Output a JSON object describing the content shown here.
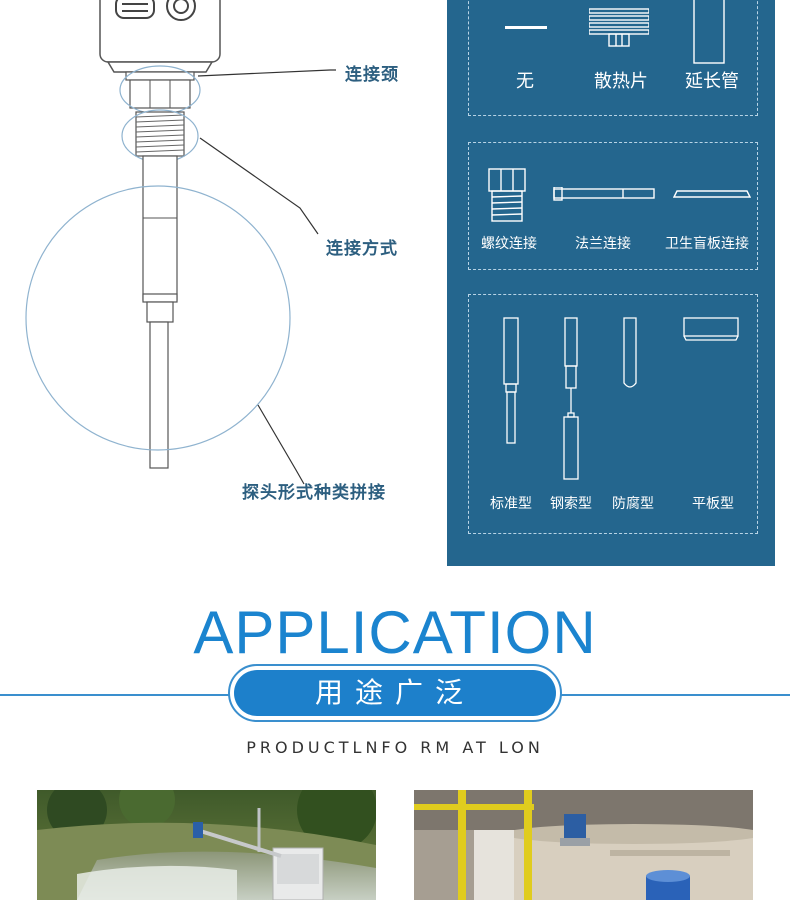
{
  "diagram": {
    "callouts": [
      {
        "id": "neck",
        "label": "连接颈"
      },
      {
        "id": "connection",
        "label": "连接方式"
      },
      {
        "id": "probe",
        "label": "探头形式种类拼接"
      }
    ]
  },
  "options": {
    "neck": [
      {
        "label": "无",
        "icon": "dash-icon"
      },
      {
        "label": "散热片",
        "icon": "heatsink-icon"
      },
      {
        "label": "延长管",
        "icon": "extension-tube-icon"
      }
    ],
    "connection": [
      {
        "label": "螺纹连接",
        "icon": "thread-fitting-icon"
      },
      {
        "label": "法兰连接",
        "icon": "flange-rod-icon"
      },
      {
        "label": "卫生盲板连接",
        "icon": "sanitary-plate-icon"
      }
    ],
    "probe": [
      {
        "label": "标准型",
        "icon": "standard-probe-icon"
      },
      {
        "label": "钢索型",
        "icon": "cable-probe-icon"
      },
      {
        "label": "防腐型",
        "icon": "anticorrosion-probe-icon"
      },
      {
        "label": "平板型",
        "icon": "flat-plate-probe-icon"
      }
    ]
  },
  "application": {
    "title": "APPLICATION",
    "pill": "用途广泛",
    "subtitle": "PRODUCTLNFO RM AT LON"
  },
  "colors": {
    "panel": "#24668e",
    "accent": "#1b84cf",
    "callout_text": "#2d5f80"
  }
}
